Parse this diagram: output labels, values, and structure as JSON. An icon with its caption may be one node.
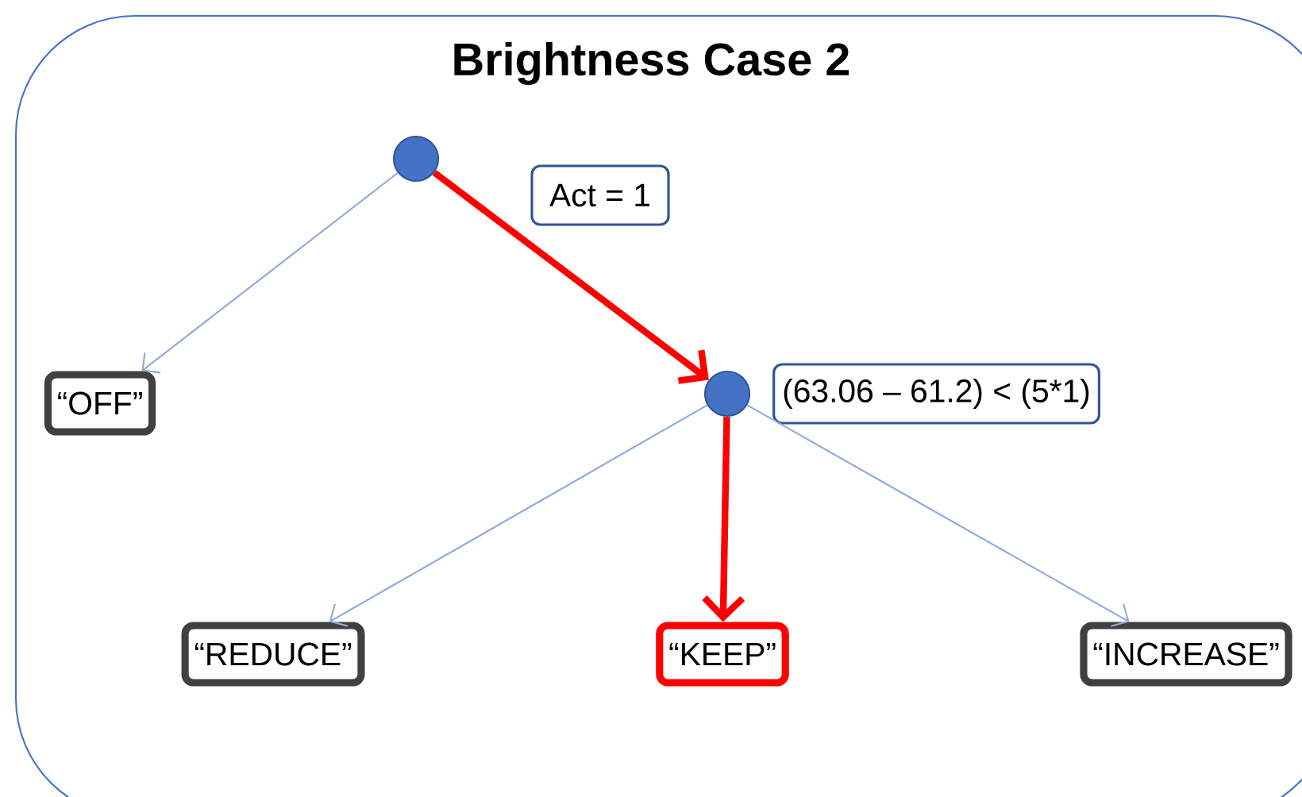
{
  "diagram": {
    "title": "Brightness Case 2",
    "nodes": [
      {
        "text": [],
        "shape": "circle"
      },
      {
        "text": [
          "“OFF”"
        ]
      },
      {
        "text": [],
        "shape": "circle",
        "beside": [
          "(63.06 – 61.2) < (5*1)"
        ]
      },
      {
        "text": [
          "“REDUCE”"
        ]
      },
      {
        "text": [
          "“KEEP”"
        ]
      },
      {
        "text": [
          "“INCREASE”"
        ]
      }
    ],
    "edges": [
      {
        "from": 0,
        "to": 1,
        "arrow": "to"
      },
      {
        "from": 0,
        "to": 2,
        "arrow": "to",
        "label": "Act = 1",
        "style": "thick",
        "color": "#ff0000"
      },
      {
        "from": 2,
        "to": 3,
        "arrow": "to"
      },
      {
        "from": 2,
        "to": 4,
        "arrow": "to",
        "style": "thick",
        "color": "#ff0000"
      },
      {
        "from": 2,
        "to": 5,
        "arrow": "to"
      }
    ]
  }
}
